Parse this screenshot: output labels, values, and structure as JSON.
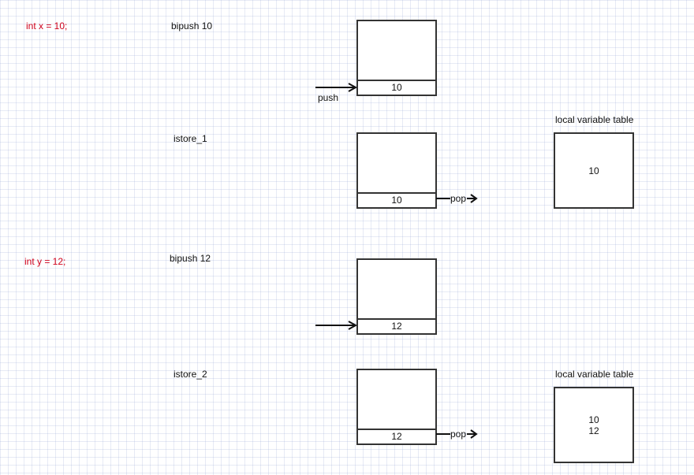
{
  "steps": [
    {
      "source_code": "int x = 10;",
      "instruction": "bipush 10",
      "stack_top": "10",
      "action": "push"
    },
    {
      "instruction": "istore_1",
      "stack_top": "10",
      "action": "pop",
      "local_variable_table": {
        "title": "local variable table",
        "values": [
          "10"
        ]
      }
    },
    {
      "source_code": "int y = 12;",
      "instruction": "bipush 12",
      "stack_top": "12"
    },
    {
      "instruction": "istore_2",
      "stack_top": "12",
      "action": "pop",
      "local_variable_table": {
        "title": "local variable table",
        "values": [
          "10",
          "12"
        ]
      }
    }
  ],
  "colors": {
    "source_code": "#d0021b",
    "stroke": "#333333",
    "grid": "#c8d0e6"
  }
}
